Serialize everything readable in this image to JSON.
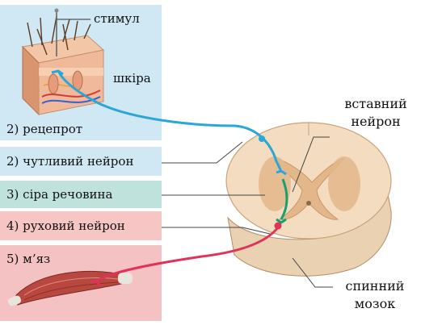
{
  "labels": {
    "stimulus": "стимул",
    "skin": "шкіра",
    "receptor": "2) рецепрот",
    "sensory_neuron": "2) чутливий нейрон",
    "gray_matter": "3) сіра речовина",
    "motor_neuron": "4) руховий нейрон",
    "muscle": "5) м’яз",
    "interneuron_line1": "вставний",
    "interneuron_line2": "нейрон",
    "spinal_cord_line1": "спинний",
    "spinal_cord_line2": "мозок"
  },
  "colors": {
    "skin_panel": "#cfe8f4",
    "sensory_band": "#cfe8f4",
    "gray_band": "#bfe3dc",
    "motor_band": "#f6c6c4",
    "muscle_panel": "#f4c2c2",
    "sensory_path": "#2aa6d8",
    "interneuron_path": "#17a06e",
    "motor_path": "#e0335a",
    "cord_white_matter": "#f3dcc0",
    "cord_gray_matter": "#e3b78a"
  },
  "icons": [
    "skin-block-illustration",
    "muscle-illustration",
    "spinal-cord-section-illustration",
    "stimulus-pin-icon"
  ]
}
